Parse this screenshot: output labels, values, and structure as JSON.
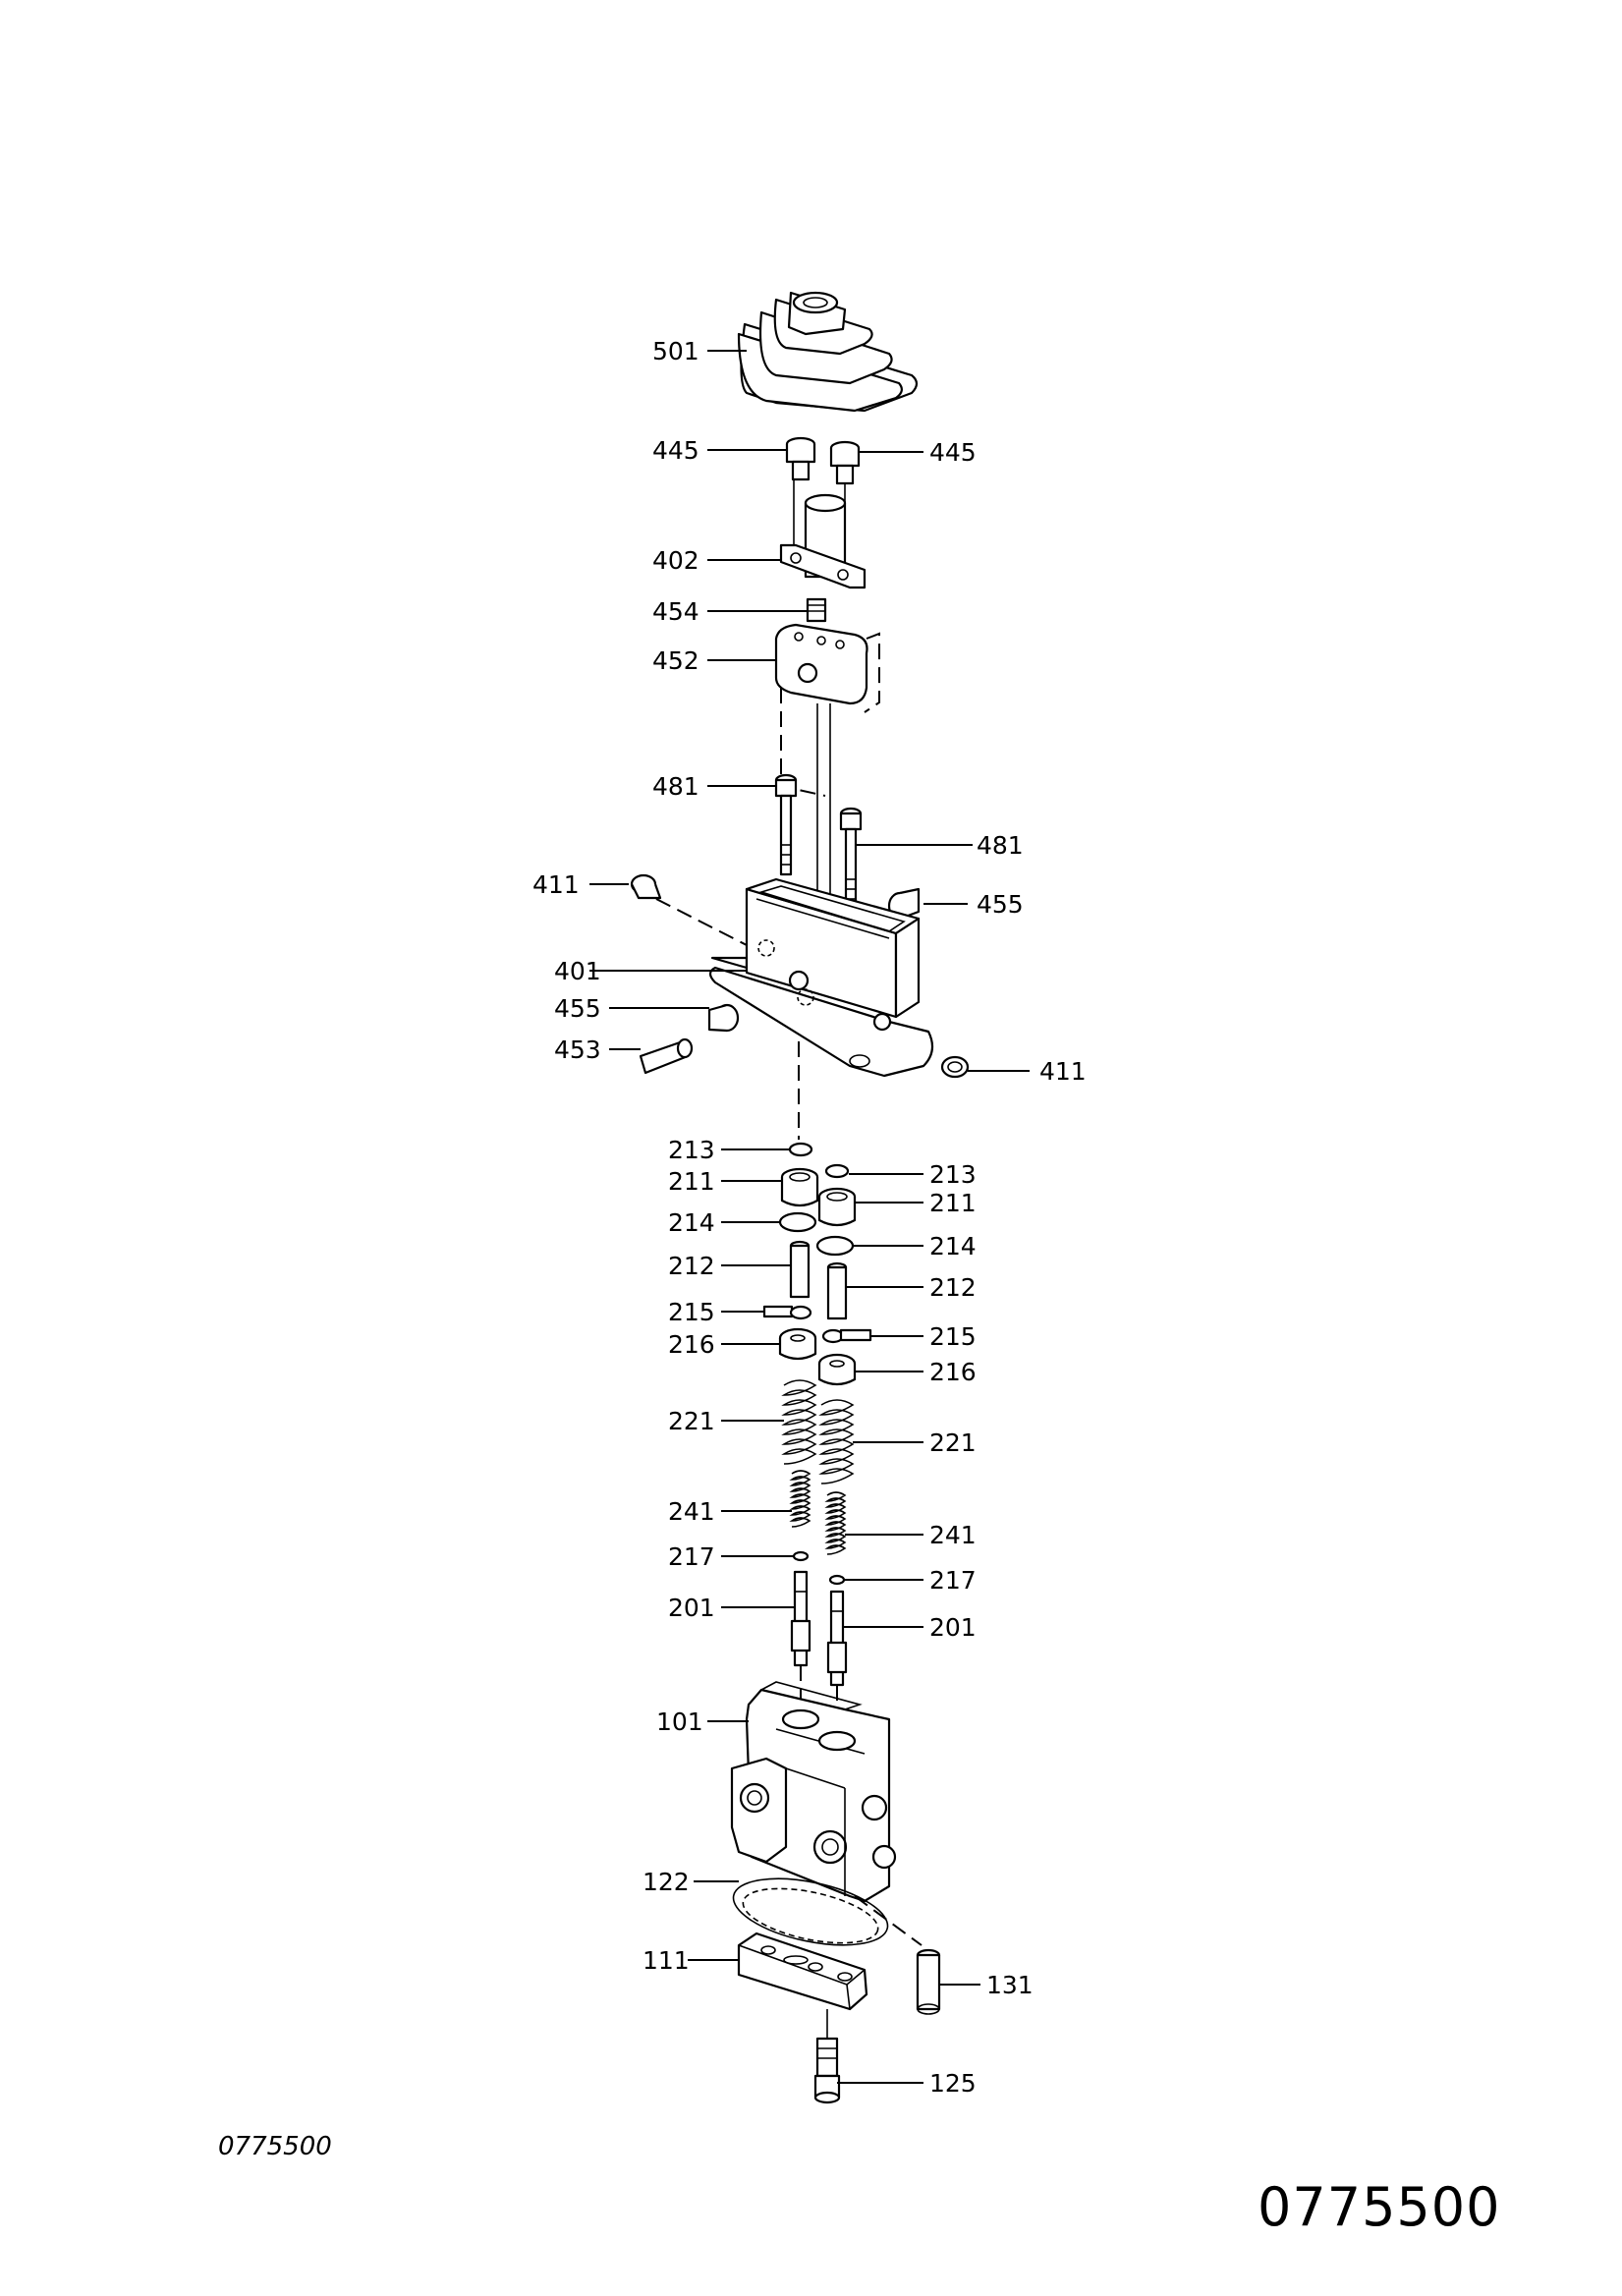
{
  "callouts": {
    "c501": "501",
    "c445a": "445",
    "c445b": "445",
    "c402": "402",
    "c454": "454",
    "c452": "452",
    "c481a": "481",
    "c481b": "481",
    "c411a": "411",
    "c455a": "455",
    "c401": "401",
    "c455b": "455",
    "c453": "453",
    "c411b": "411",
    "c213a": "213",
    "c213b": "213",
    "c211a": "211",
    "c211b": "211",
    "c214a": "214",
    "c214b": "214",
    "c212a": "212",
    "c212b": "212",
    "c215a": "215",
    "c215b": "215",
    "c216a": "216",
    "c216b": "216",
    "c221a": "221",
    "c221b": "221",
    "c241a": "241",
    "c241b": "241",
    "c217a": "217",
    "c217b": "217",
    "c201a": "201",
    "c201b": "201",
    "c101": "101",
    "c122": "122",
    "c111": "111",
    "c131": "131",
    "c125": "125"
  },
  "drawing_number_small": "0775500",
  "drawing_number_large": "0775500"
}
